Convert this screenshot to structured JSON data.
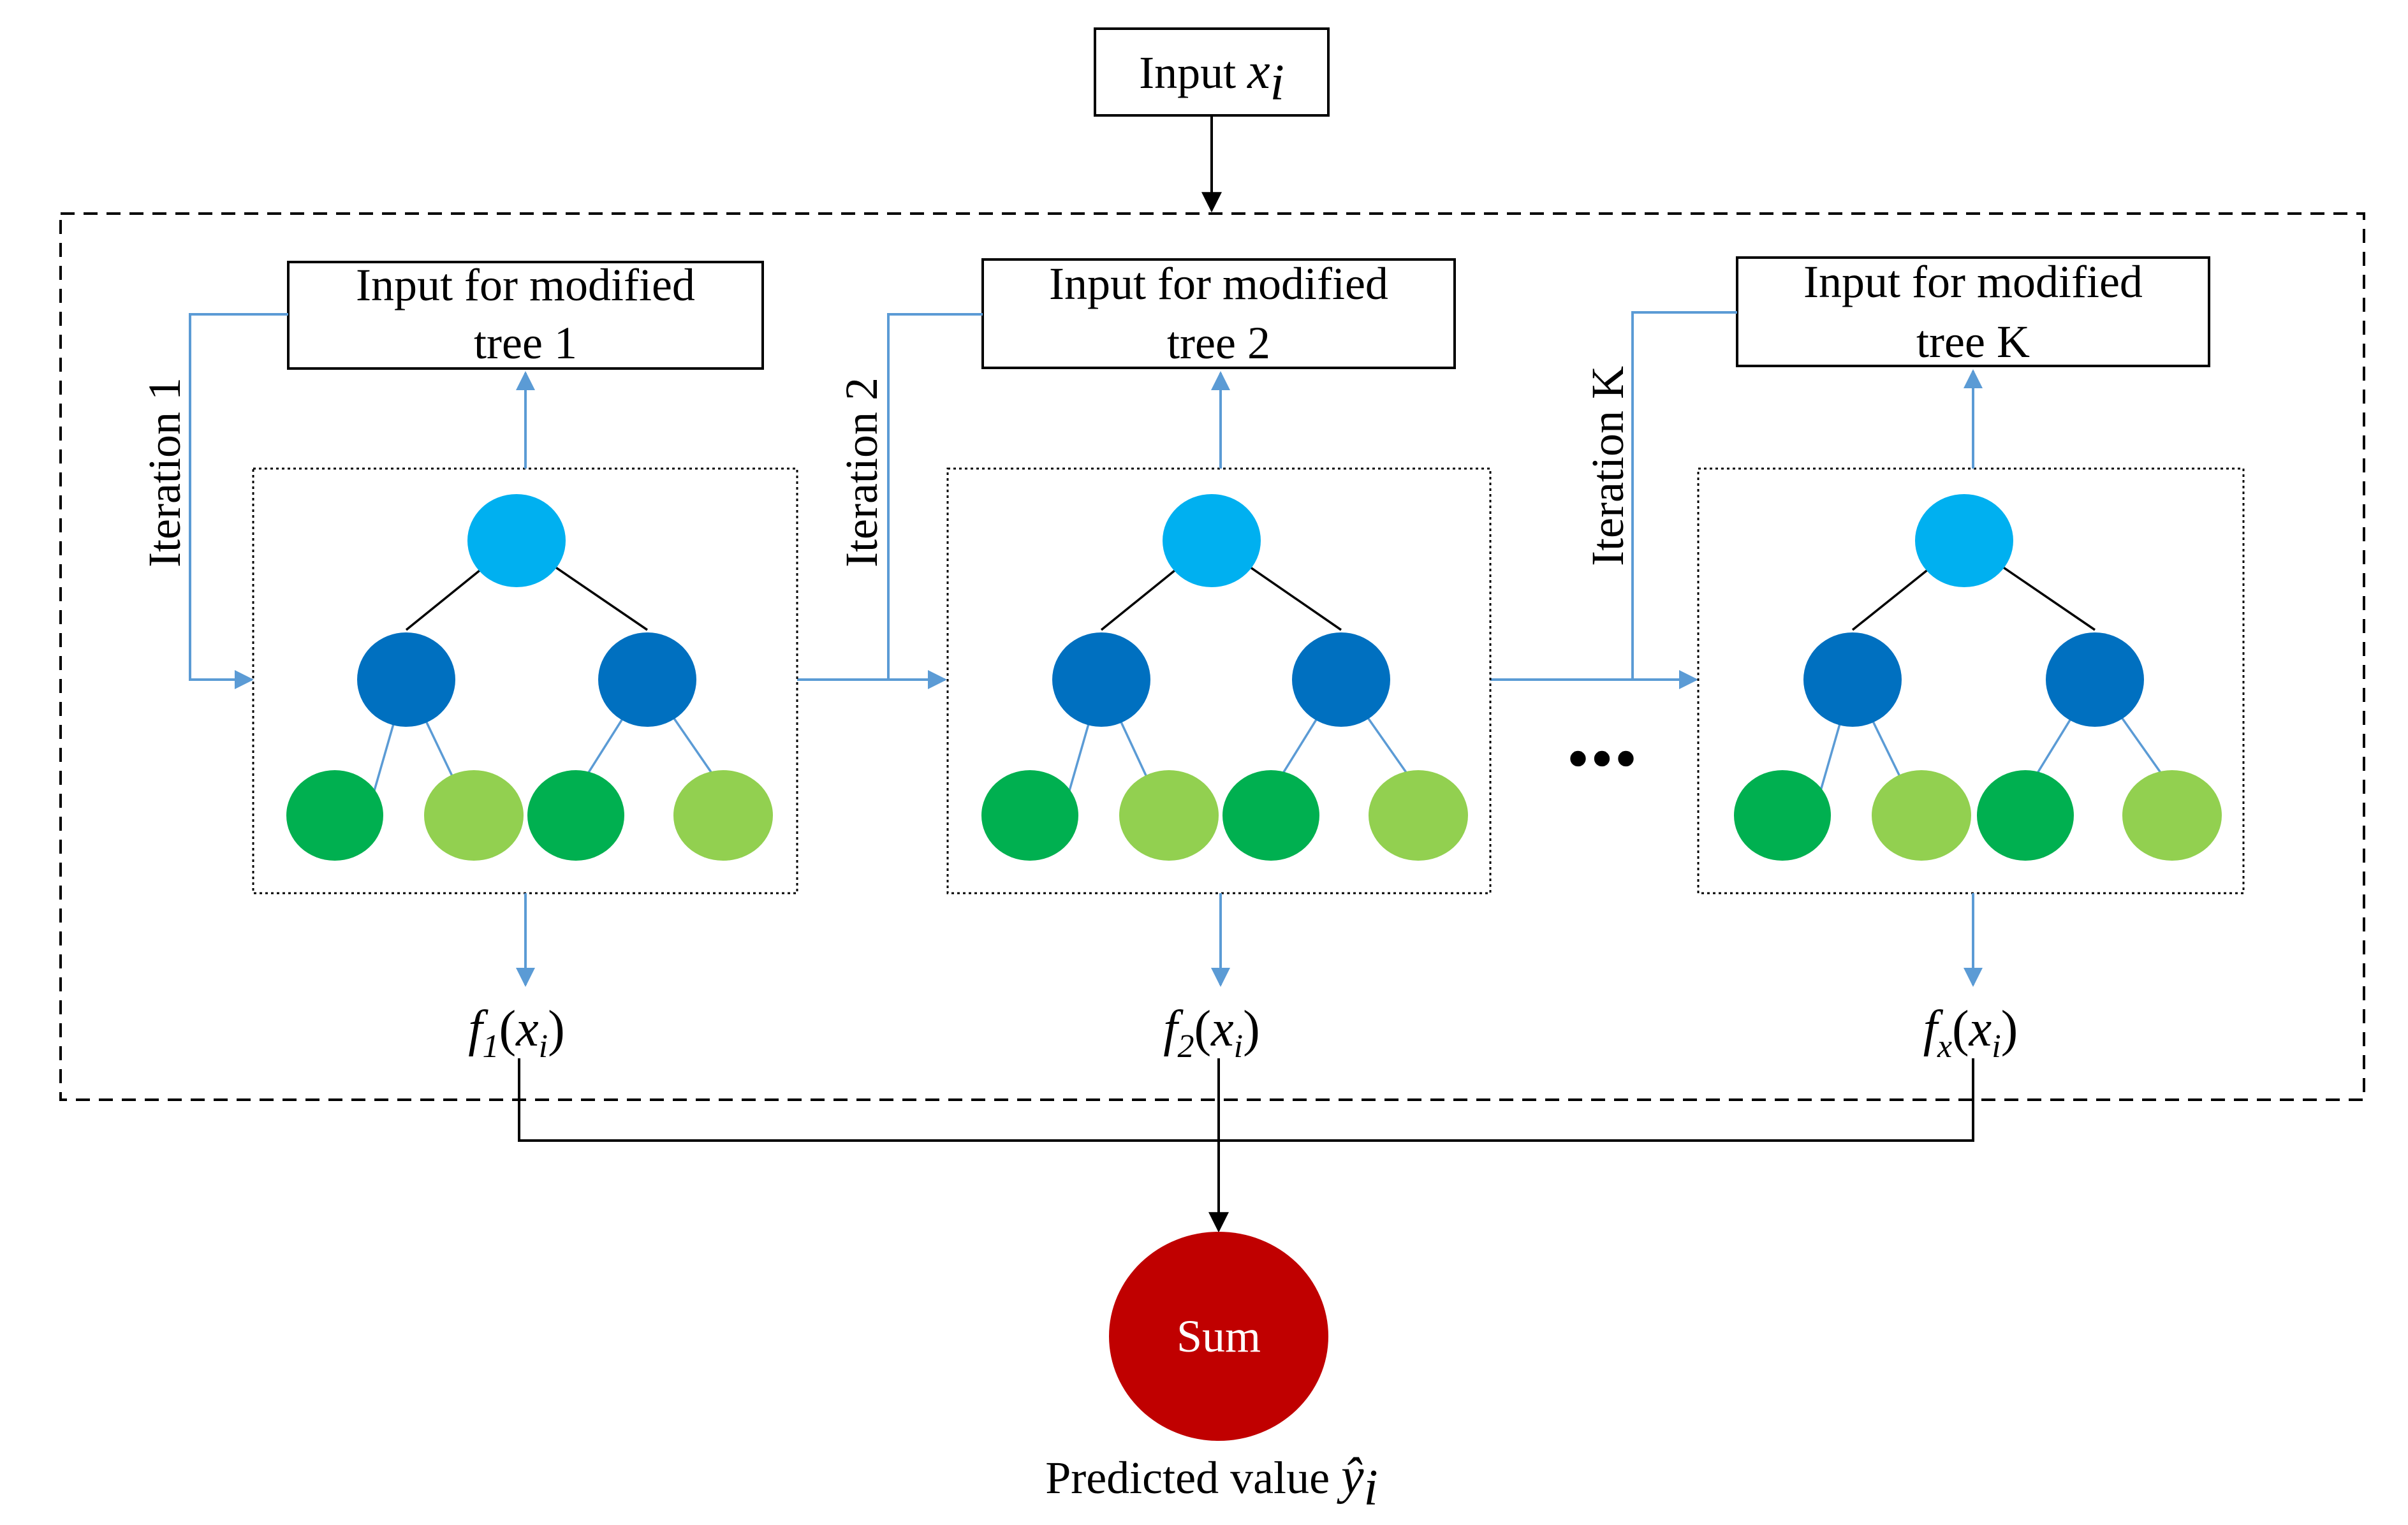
{
  "input": {
    "label": "Input ",
    "variable": "x",
    "subscript": "i"
  },
  "trees": [
    {
      "box_line1": "Input for modified",
      "box_line2": "tree 1",
      "iteration": "Iteration 1",
      "output_f": "f",
      "output_sub": "1",
      "output_arg": "x",
      "output_arg_sub": "i"
    },
    {
      "box_line1": "Input for modified",
      "box_line2": "tree 2",
      "iteration": "Iteration 2",
      "output_f": "f",
      "output_sub": "2",
      "output_arg": "x",
      "output_arg_sub": "i"
    },
    {
      "box_line1": "Input for modified",
      "box_line2": "tree K",
      "iteration": "Iteration K",
      "output_f": "f",
      "output_sub": "x",
      "output_arg": "x",
      "output_arg_sub": "i"
    }
  ],
  "ellipsis": "...",
  "sum": {
    "label": "Sum"
  },
  "prediction": {
    "label": "Predicted value ",
    "variable": "ŷ",
    "subscript": "i"
  },
  "colors": {
    "root_node": "#00b0f0",
    "internal_node": "#0070c0",
    "leaf_dark": "#00b050",
    "leaf_light": "#92d050",
    "arrow_blue": "#5b9bd5",
    "sum_node": "#c00000"
  }
}
